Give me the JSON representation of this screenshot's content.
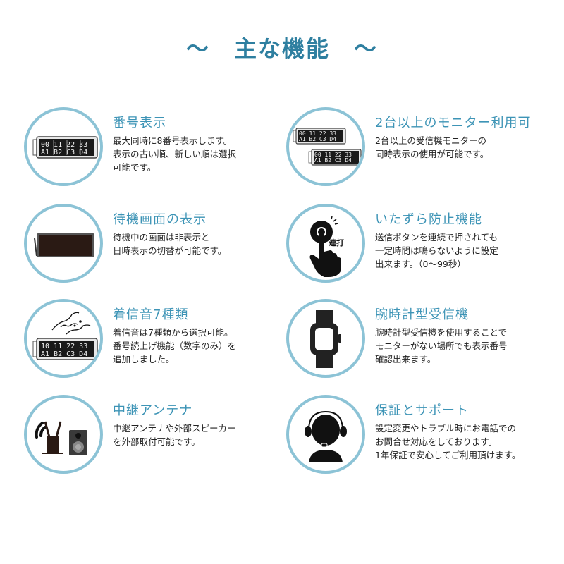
{
  "heading": {
    "left_ornament": "～",
    "title": "主な機能",
    "right_ornament": "～"
  },
  "colors": {
    "heading": "#2e7fa0",
    "feature_title": "#3d94b6",
    "circle_border": "#8cc3d6",
    "body_text": "#222222"
  },
  "features": [
    {
      "title": "番号表示",
      "description": "最大同時に8番号表示します。\n表示の古い順、新しい順は選択\n可能です。",
      "icon": "display-panel-icon",
      "display_rows": [
        "00|11|22|33",
        "A1|B2|C3|D4"
      ]
    },
    {
      "title": "2台以上のモニター利用可",
      "description": "2台以上の受信機モニターの\n同時表示の使用が可能です。",
      "icon": "dual-display-icon",
      "display_rows": [
        "00|11|22|33",
        "A1|B2|C3|D4"
      ]
    },
    {
      "title": "待機画面の表示",
      "description": "待機中の画面は非表示と\n日時表示の切替が可能です。",
      "icon": "blank-display-icon"
    },
    {
      "title": "いたずら防止機能",
      "description": "送信ボタンを連続で押されても\n一定時間は鳴らないように設定\n出来ます。（0〜99秒）",
      "icon": "hand-press-button-icon",
      "icon_label": "連打"
    },
    {
      "title": "着信音7種類",
      "description": "着信音は7種類から選択可能。\n番号読上げ機能（数字のみ）を\n追加しました。",
      "icon": "ringtone-display-icon",
      "display_rows": [
        "10|11|22|33",
        "A1|B2|C3|D4"
      ]
    },
    {
      "title": "腕時計型受信機",
      "description": "腕時計型受信機を使用することで\nモニターがない場所でも表示番号\n確認出来ます。",
      "icon": "smartwatch-icon"
    },
    {
      "title": "中継アンテナ",
      "description": "中継アンテナや外部スピーカー\nを外部取付可能です。",
      "icon": "antenna-speaker-icon"
    },
    {
      "title": "保証とサポート",
      "description": "設定変更やトラブル時にお電話での\nお問合せ対応をしております。\n1年保証で安心してご利用頂けます。",
      "icon": "headset-support-icon"
    }
  ]
}
